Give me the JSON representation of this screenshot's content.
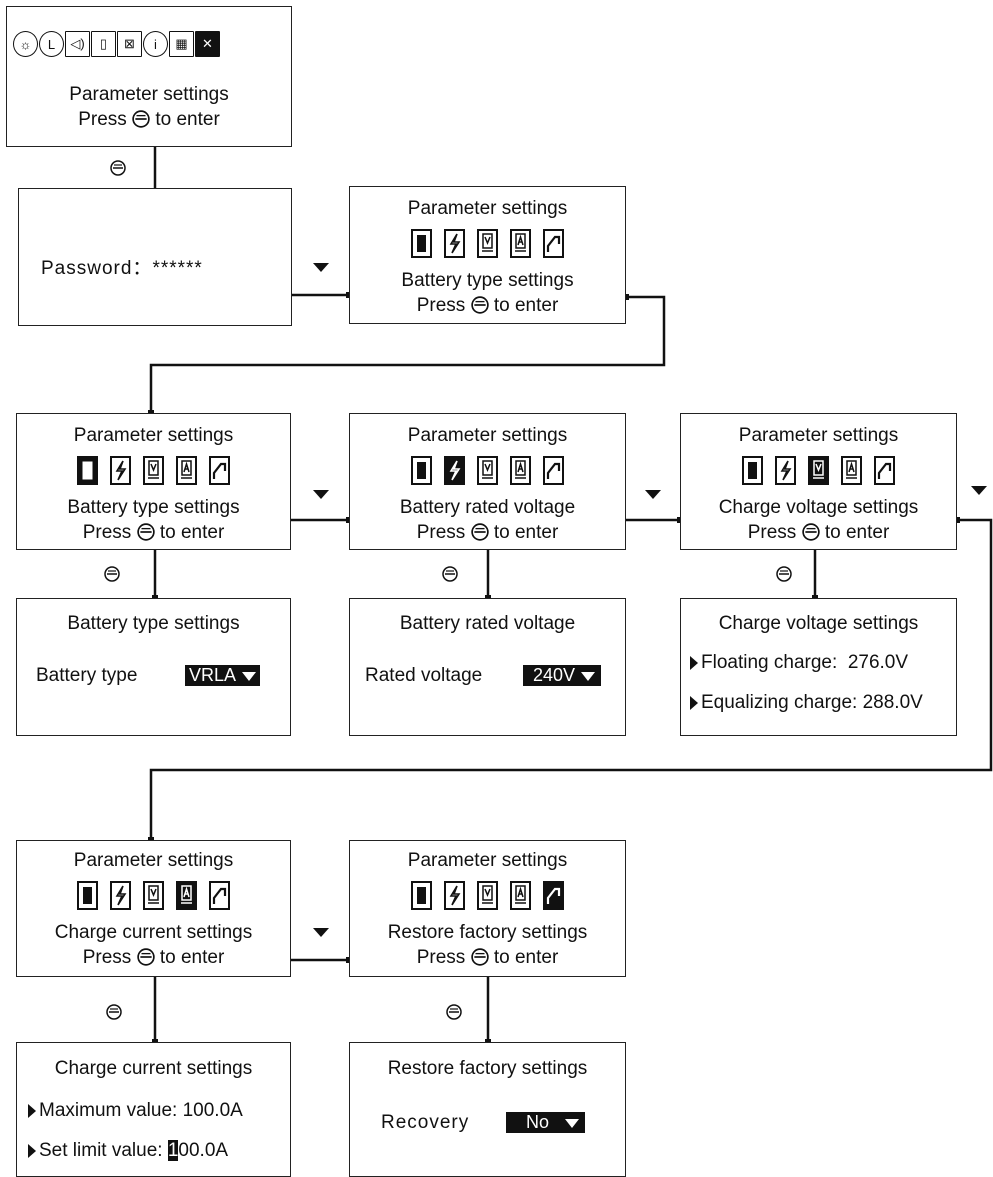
{
  "main": {
    "title": "Parameter settings",
    "press_before": "Press",
    "press_after": "to enter"
  },
  "password": {
    "label": "Password：",
    "value": "******"
  },
  "menus": {
    "battery_type": "Battery type settings",
    "rated_voltage": "Battery rated voltage",
    "charge_voltage": "Charge voltage settings",
    "charge_current": "Charge current settings",
    "restore_factory": "Restore factory settings"
  },
  "battery_type_screen": {
    "title": "Battery type settings",
    "label": "Battery type",
    "value": "VRLA"
  },
  "rated_voltage_screen": {
    "title": "Battery rated voltage",
    "label": "Rated voltage",
    "value": "240V"
  },
  "charge_voltage_screen": {
    "title": "Charge voltage settings",
    "floating_label": "Floating charge:",
    "floating_value": "276.0V",
    "equalizing_label": "Equalizing charge:",
    "equalizing_value": "288.0V"
  },
  "charge_current_screen": {
    "title": "Charge current settings",
    "max_label": "Maximum value:",
    "max_value": "100.0A",
    "limit_label": "Set limit value:",
    "limit_cursor": "1",
    "limit_rest": "00.0A"
  },
  "restore_screen": {
    "title": "Restore factory settings",
    "label": "Recovery",
    "value": "No"
  },
  "top_icons": [
    "globe-icon",
    "clock-icon",
    "speaker-icon",
    "document-icon",
    "document-x-icon",
    "info-icon",
    "network-icon",
    "tools-icon"
  ],
  "sub_icons": [
    "battery-type-icon",
    "battery-voltage-icon",
    "charge-voltage-icon",
    "charge-current-icon",
    "restore-icon"
  ]
}
